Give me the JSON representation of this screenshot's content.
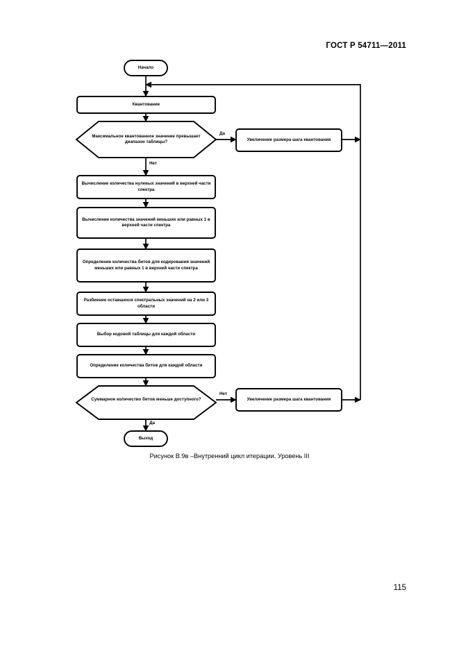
{
  "document": {
    "standard_header": "ГОСТ Р 54711—2011",
    "page_number": "115",
    "figure_caption": "Рисунок В.9в –Внутренний цикл итерации. Уровень III"
  },
  "colors": {
    "ink": "#000000",
    "paper": "#ffffff"
  },
  "flowchart": {
    "nodes": {
      "start": {
        "label": "Начало",
        "shape": "terminator"
      },
      "quantization": {
        "label": "Квантование",
        "shape": "process"
      },
      "decision_range": {
        "label": "Максимальное квантованное значение превышает диапазон таблицы?",
        "shape": "decision"
      },
      "increase_step_top": {
        "label": "Увеличение размера шага квантования",
        "shape": "process"
      },
      "count_zeros": {
        "label": "Вычисление количества нулевых значений в верхней части спектра",
        "shape": "process"
      },
      "count_le_one": {
        "label": "Вычисление количества значений меньших или равных 1 в верхней части спектра",
        "shape": "process"
      },
      "bits_for_le_one": {
        "label": "Определение количества битов для кодирования значений меньших или равных 1 в верхней части спектра",
        "shape": "process"
      },
      "split_regions": {
        "label": "Разбиение оставшихся спектральных значений на 2 или 3 области",
        "shape": "process"
      },
      "choose_table": {
        "label": "Выбор кодовой таблицы для каждой области",
        "shape": "process"
      },
      "bits_per_region": {
        "label": "Определение количества битов для каждой области",
        "shape": "process"
      },
      "decision_bits": {
        "label": "Суммарное количество битов меньше доступного?",
        "shape": "decision"
      },
      "increase_step_bottom": {
        "label": "Увеличение размера шага квантования",
        "shape": "process"
      },
      "exit": {
        "label": "Выход",
        "shape": "terminator"
      }
    },
    "edge_labels": {
      "range_yes": "Да",
      "range_no": "Нет",
      "bits_no": "Нет",
      "bits_yes": "Да"
    }
  }
}
